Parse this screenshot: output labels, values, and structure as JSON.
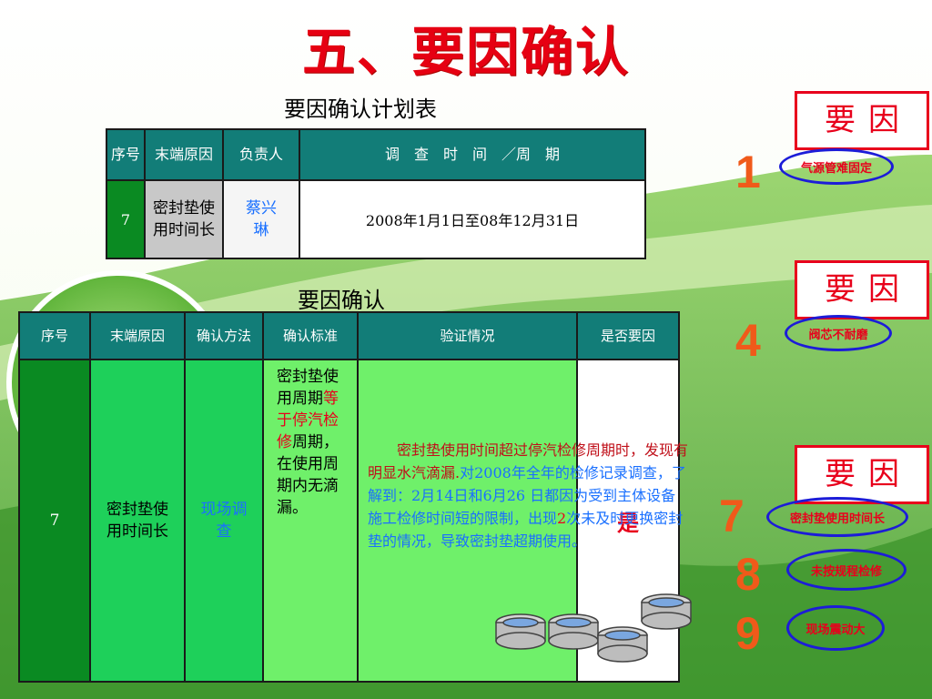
{
  "slide": {
    "title": "五、要因确认"
  },
  "plan": {
    "caption": "要因确认计划表",
    "headers": [
      "序号",
      "末端原因",
      "负责人",
      "调　查　时　间　／周　期"
    ],
    "row": {
      "seq": "7",
      "cause": "密封垫使用时间长",
      "owner": "蔡兴琳",
      "period": "2008年1月1日至08年12月31日"
    }
  },
  "confirm": {
    "caption": "要因确认",
    "headers": [
      "序号",
      "末端原因",
      "确认方法",
      "确认标准",
      "验证情况",
      "是否要因"
    ],
    "row": {
      "seq": "7",
      "cause": "密封垫使用时间长",
      "method": "现场调查",
      "standard_a": "密封垫使用周期",
      "standard_b": "等于停汽检修",
      "standard_c": "周期，在使用周期内无滴漏。",
      "verify_red": "密封垫使用时间超过停汽检修周期时，发现有明显水汽滴漏.",
      "verify_blue_1": "对2008年全年的检修记录调查，了解到：2月14日和6月26 日都因为受到主体设备施工检修时间短的限制，出现",
      "verify_count": "2",
      "verify_blue_2": "次未及时更换密封垫的情况，导致密封垫超期使用。",
      "is_key": "是"
    }
  },
  "sidebar": {
    "box_label": "要因",
    "items": [
      {
        "num": "1",
        "text": "气源管难固定"
      },
      {
        "num": "4",
        "text": "阀芯不耐磨"
      },
      {
        "num": "7",
        "text": "密封垫使用时间长"
      },
      {
        "num": "8",
        "text": "未按规程检修"
      },
      {
        "num": "9",
        "text": "现场震动大"
      }
    ]
  },
  "colors": {
    "title_red": "#e60012",
    "header_teal": "#127d78",
    "dark_green": "#0a8a22",
    "green": "#1ed05a",
    "light_green": "#6ff06a",
    "blue_text": "#1a70ff"
  }
}
